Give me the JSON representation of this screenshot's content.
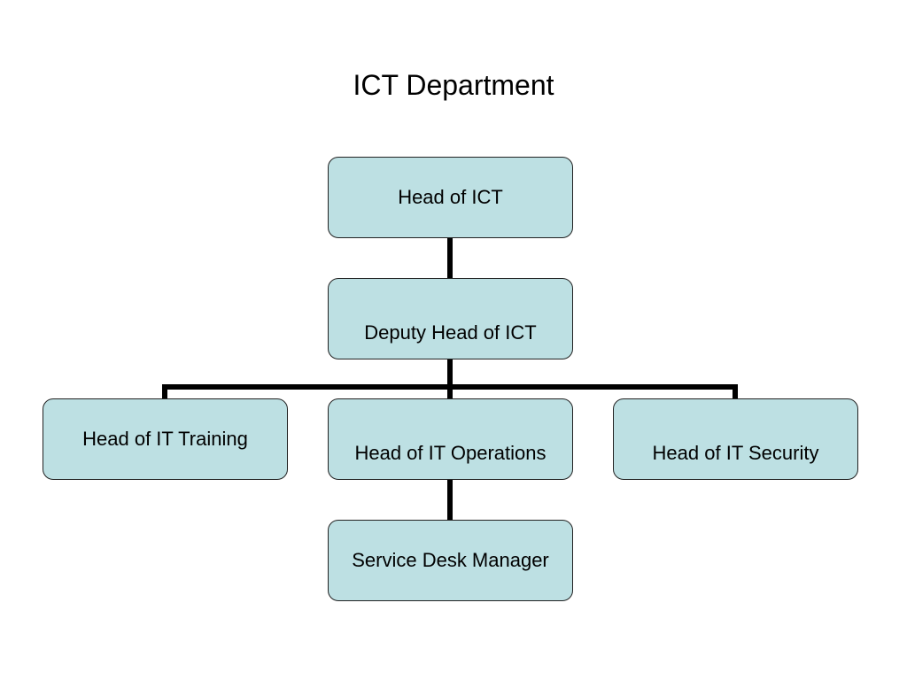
{
  "title": "ICT Department",
  "colors": {
    "box_fill": "#bde0e3",
    "box_border": "#222222",
    "connector": "#000000"
  },
  "org": {
    "head": "Head of ICT",
    "deputy": "Deputy Head of ICT",
    "training": "Head of IT Training",
    "operations": "Head of IT Operations",
    "security": "Head of IT Security",
    "service_desk": "Service Desk Manager"
  }
}
